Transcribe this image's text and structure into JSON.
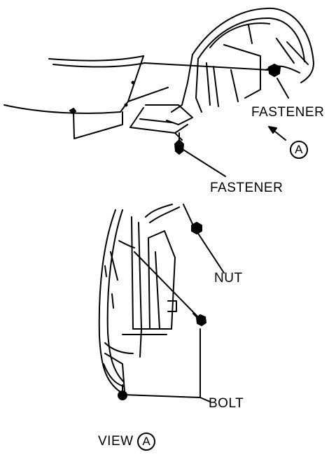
{
  "labels": {
    "fastener_right": "FASTENER",
    "fastener_bottom": "FASTENER",
    "view_marker": "A",
    "nut": "NUT",
    "bolt": "BOLT",
    "view_caption": "VIEW",
    "view_caption_marker": "A"
  },
  "colors": {
    "ink": "#000000",
    "paper": "#ffffff"
  }
}
